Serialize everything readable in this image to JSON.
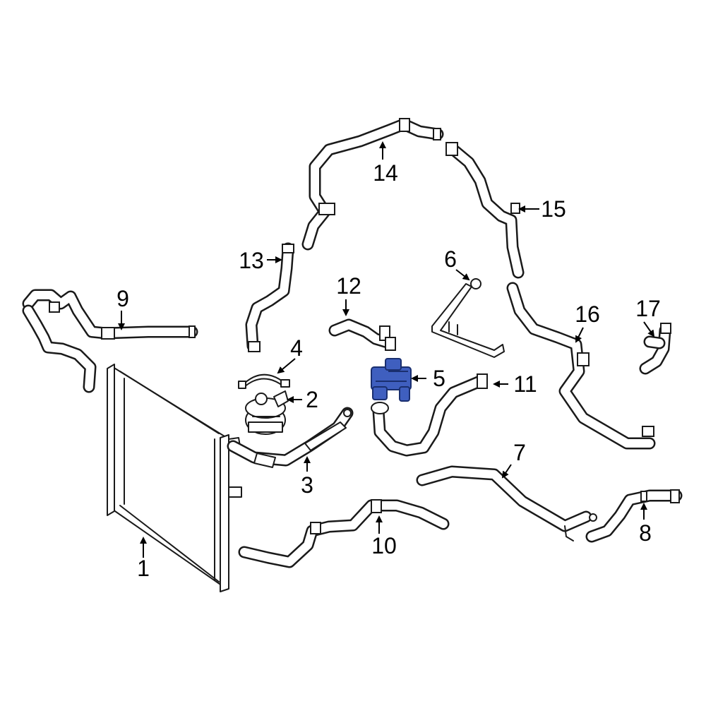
{
  "diagram": {
    "highlight_color": "#3f5fbf",
    "line_color": "#1a1a1a",
    "callouts": [
      "1",
      "2",
      "3",
      "4",
      "5",
      "6",
      "7",
      "8",
      "9",
      "10",
      "11",
      "12",
      "13",
      "14",
      "15",
      "16",
      "17"
    ]
  }
}
